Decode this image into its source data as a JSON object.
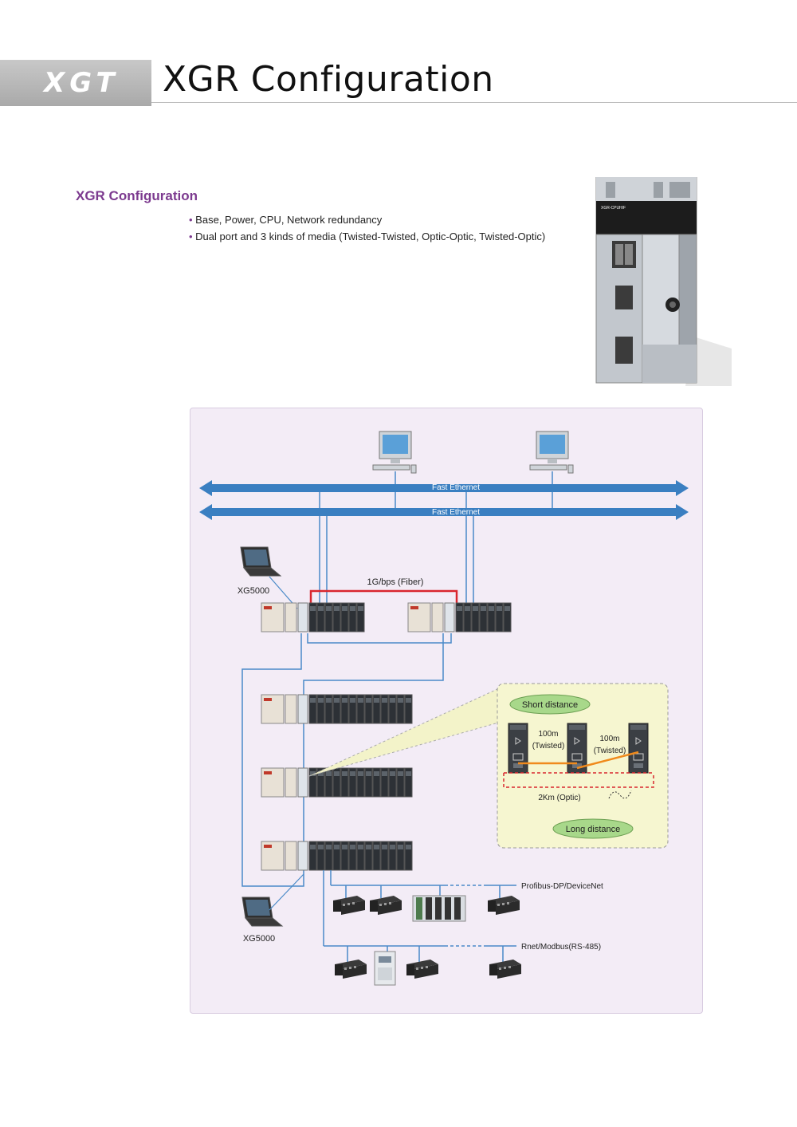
{
  "header": {
    "logo_text": "XGT",
    "title": "XGR Configuration"
  },
  "section": {
    "heading": "XGR Configuration",
    "bullets": [
      "Base, Power, CPU, Network redundancy",
      "Dual port and 3 kinds of media (Twisted-Twisted, Optic-Optic, Twisted-Optic)"
    ]
  },
  "product": {
    "model_label": "XGR-CPUH/F"
  },
  "diagram": {
    "network_1": "Fast Ethernet",
    "network_2": "Fast Ethernet",
    "fiber_link": "1G/bps (Fiber)",
    "pc_top": "XG5000",
    "pc_bottom": "XG5000",
    "fieldbus_1": "Profibus-DP/DeviceNet",
    "fieldbus_2": "Rnet/Modbus(RS-485)",
    "callout": {
      "short_distance": "Short distance",
      "long_distance": "Long distance",
      "seg1_dist": "100m",
      "seg1_media": "(Twisted)",
      "seg2_dist": "100m",
      "seg2_media": "(Twisted)",
      "optic_dist": "2Km (Optic)"
    }
  },
  "colors": {
    "accent_purple": "#7c3a8f",
    "ethernet_blue": "#3a7fc1",
    "fiber_red": "#d9262e",
    "twisted_orange": "#f08a1c",
    "callout_green": "#a8d88a"
  }
}
